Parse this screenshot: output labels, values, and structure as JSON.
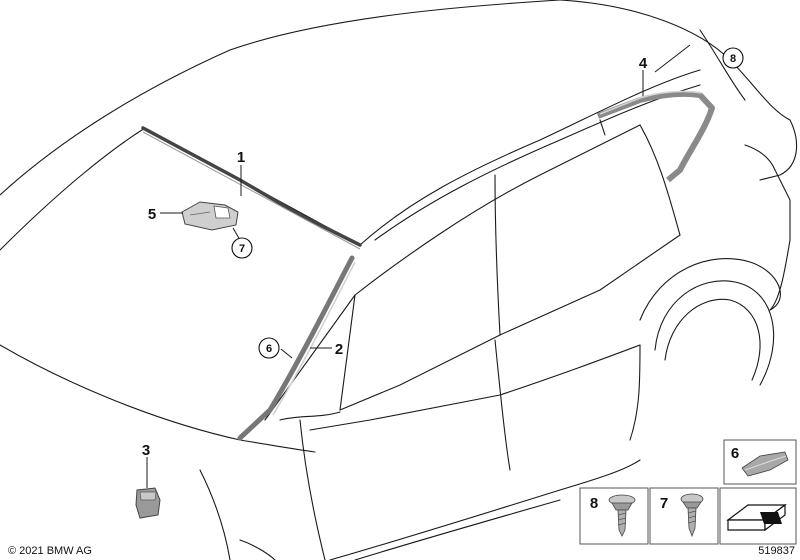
{
  "callouts": {
    "c1": "1",
    "c2": "2",
    "c3": "3",
    "c4": "4",
    "c5": "5",
    "c6": "6",
    "c7": "7",
    "c8": "8"
  },
  "inset": {
    "part6": "6",
    "part8": "8",
    "part7": "7"
  },
  "copyright": "© 2021 BMW AG",
  "diagram_number": "519837"
}
